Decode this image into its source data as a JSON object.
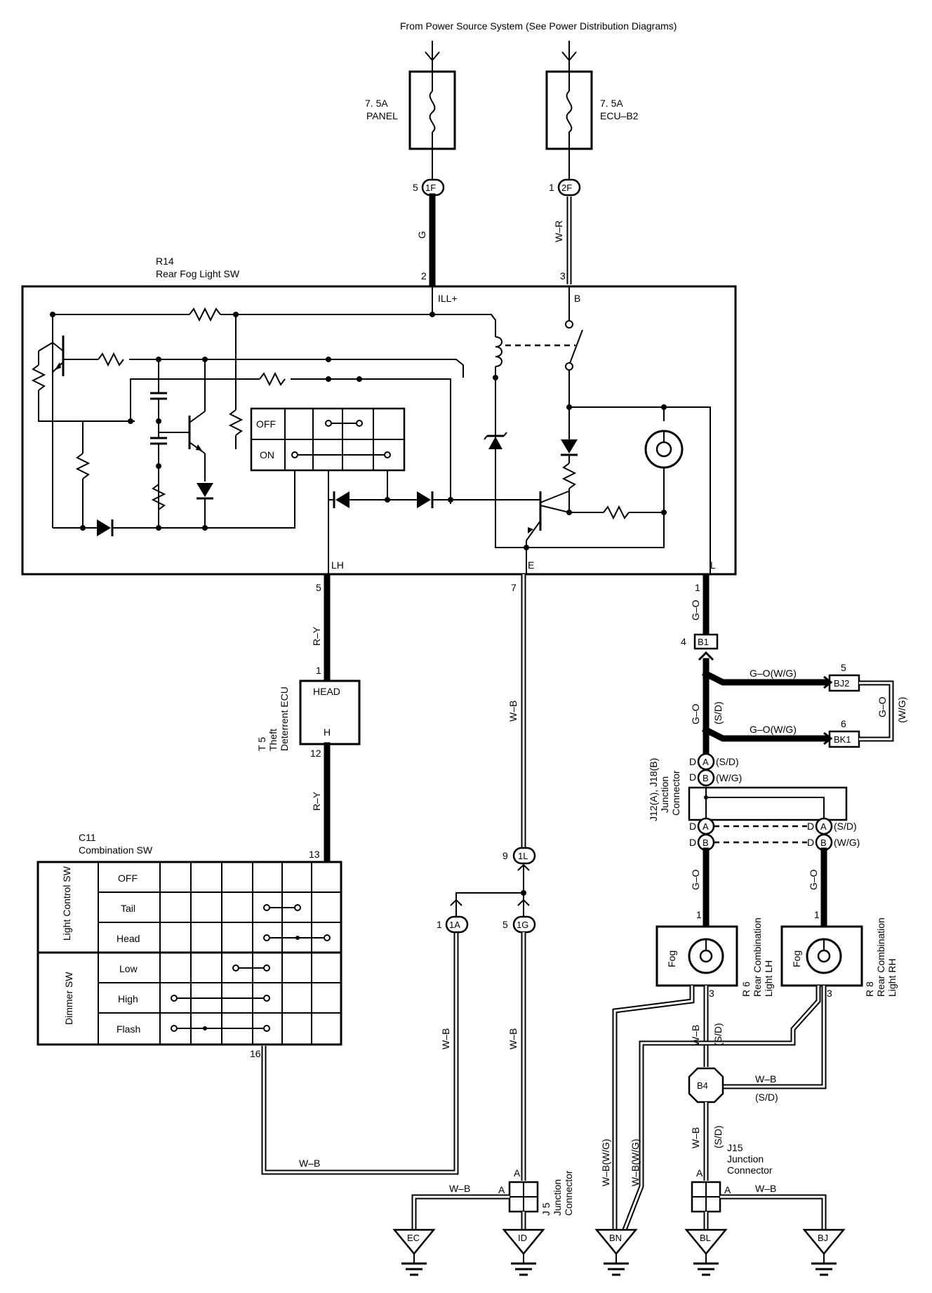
{
  "source_note": "From Power Source System (See Power Distribution Diagrams)",
  "fuses": [
    {
      "rating": "7. 5A",
      "name": "PANEL"
    },
    {
      "rating": "7. 5A",
      "name": "ECU–B2"
    }
  ],
  "connectors": {
    "c1f": {
      "id": "1F",
      "pin": "5"
    },
    "c2f": {
      "id": "2F",
      "pin": "1"
    },
    "c1l": {
      "id": "1L",
      "pin": "9"
    },
    "c1a": {
      "id": "1A",
      "pin": "1"
    },
    "c1g": {
      "id": "1G",
      "pin": "5"
    },
    "b1": {
      "id": "B1",
      "pin": "4"
    },
    "bj2": {
      "id": "BJ2",
      "pin": "5"
    },
    "bk1": {
      "id": "BK1",
      "pin": "6"
    },
    "b4": {
      "id": "B4"
    }
  },
  "wires": {
    "g": "G",
    "w_r": "W–R",
    "r_y": "R–Y",
    "w_b": "W–B",
    "g_o": "G–O",
    "g_o_wg": "G–O(W/G)",
    "w_g": "(W/G)",
    "s_d": "(S/D)",
    "w_b_wg": "W–B(W/G)"
  },
  "switch_r14": {
    "code": "R14",
    "name": "Rear Fog Light SW",
    "terminals": {
      "ill": "ILL+",
      "b": "B",
      "lh": "LH",
      "e": "E",
      "l": "L"
    },
    "pins": {
      "ill": "2",
      "b": "3",
      "lh": "5",
      "e": "7",
      "l": "1"
    },
    "modes": [
      "OFF",
      "ON"
    ]
  },
  "ecu_t5": {
    "code": "T 5",
    "name_line1": "Theft",
    "name_line2": "Deterrent ECU",
    "term_top": "HEAD",
    "term_bottom": "H",
    "pin_top": "1",
    "pin_bottom": "12"
  },
  "combo_sw_c11": {
    "code": "C11",
    "name": "Combination SW",
    "group1": "Light Control SW",
    "group2": "Dimmer SW",
    "rows": [
      "OFF",
      "Tail",
      "Head",
      "Low",
      "High",
      "Flash"
    ],
    "pin_top": "13",
    "pin_bottom": "16"
  },
  "junction_j12": {
    "code_line1": "J12(A), J18(B)",
    "name_line1": "Junction",
    "name_line2": "Connector",
    "pin_d": "D",
    "tag_a": "A",
    "tag_b": "B"
  },
  "lights": {
    "lh": {
      "code": "R 6",
      "name_line1": "Rear Combination",
      "name_line2": "Light LH",
      "label": "Fog",
      "pin_top": "1",
      "pin_bottom": "3"
    },
    "rh": {
      "code": "R 8",
      "name_line1": "Rear Combination",
      "name_line2": "Light RH",
      "label": "Fog",
      "pin_top": "1",
      "pin_bottom": "3"
    }
  },
  "junction_j5": {
    "code": "J 5",
    "name_line1": "Junction",
    "name_line2": "Connector",
    "pin": "A"
  },
  "junction_j15": {
    "code": "J15",
    "name_line1": "Junction",
    "name_line2": "Connector",
    "pin": "A"
  },
  "grounds": [
    "EC",
    "ID",
    "BN",
    "BL",
    "BJ"
  ]
}
